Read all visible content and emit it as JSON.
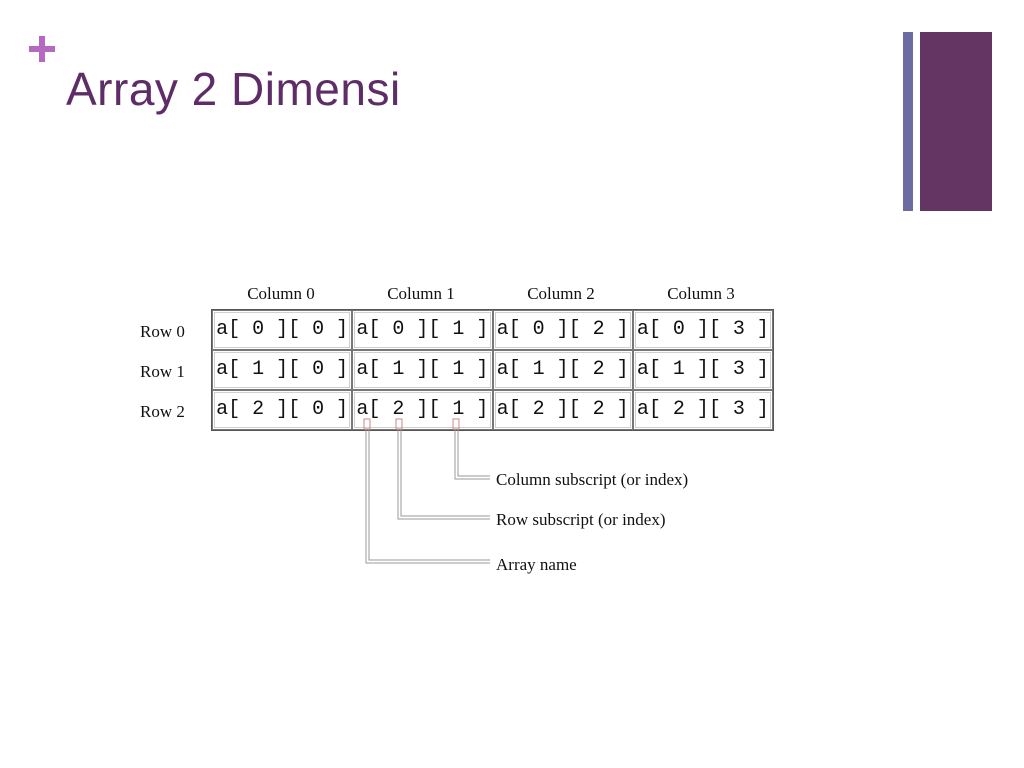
{
  "slide": {
    "title": "Array 2 Dimensi"
  },
  "diagram": {
    "column_headers": [
      "Column 0",
      "Column 1",
      "Column 2",
      "Column 3"
    ],
    "row_labels": [
      "Row 0",
      "Row 1",
      "Row 2"
    ],
    "cells": [
      [
        "a[ 0 ][ 0 ]",
        "a[ 0 ][ 1 ]",
        "a[ 0 ][ 2 ]",
        "a[ 0 ][ 3 ]"
      ],
      [
        "a[ 1 ][ 0 ]",
        "a[ 1 ][ 1 ]",
        "a[ 1 ][ 2 ]",
        "a[ 1 ][ 3 ]"
      ],
      [
        "a[ 2 ][ 0 ]",
        "a[ 2 ][ 1 ]",
        "a[ 2 ][ 2 ]",
        "a[ 2 ][ 3 ]"
      ]
    ],
    "callouts": {
      "column_subscript": "Column subscript (or index)",
      "row_subscript": "Row subscript (or index)",
      "array_name": "Array name"
    }
  },
  "colors": {
    "title": "#5e2d68",
    "plus_accent": "#b46ac0",
    "deco_thin_bar": "#6b6aa3",
    "deco_thick_bar": "#643463",
    "leader_line": "#999999"
  }
}
